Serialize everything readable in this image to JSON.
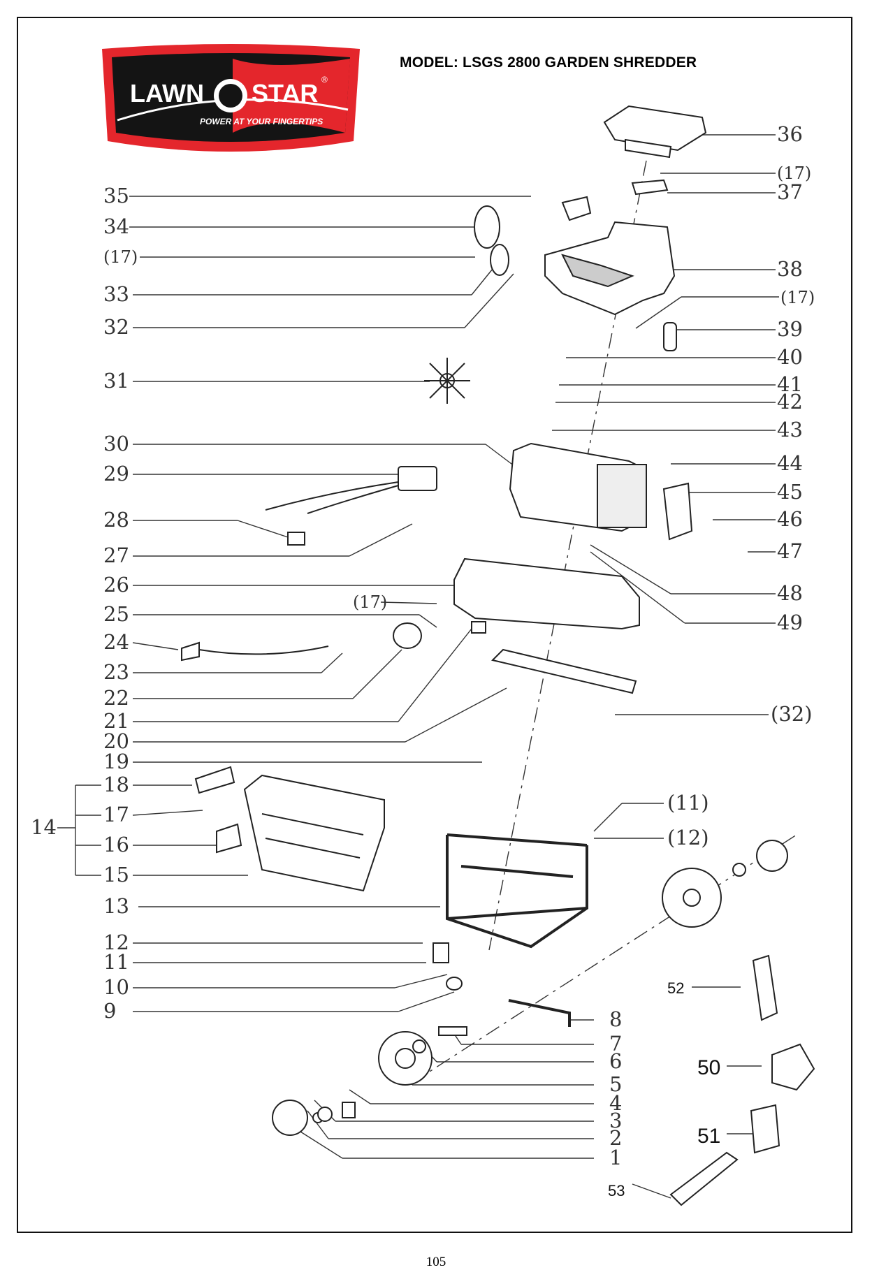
{
  "brand": {
    "name_left": "LAWN",
    "name_right": "STAR",
    "trademark": "®",
    "tagline": "POWER AT YOUR FINGERTIPS"
  },
  "model_title": "MODEL: LSGS 2800 GARDEN SHREDDER",
  "page_number": "105",
  "colors": {
    "brand_red": "#e4262c",
    "brand_black": "#141414",
    "line": "#333333"
  },
  "left_labels": [
    {
      "key": "p35",
      "text": "35"
    },
    {
      "key": "p34",
      "text": "34"
    },
    {
      "key": "p17a",
      "text": "(17)"
    },
    {
      "key": "p33",
      "text": "33"
    },
    {
      "key": "p32",
      "text": "32"
    },
    {
      "key": "p31",
      "text": "31"
    },
    {
      "key": "p30",
      "text": "30"
    },
    {
      "key": "p29",
      "text": "29"
    },
    {
      "key": "p28",
      "text": "28"
    },
    {
      "key": "p27",
      "text": "27"
    },
    {
      "key": "p26",
      "text": "26"
    },
    {
      "key": "p25",
      "text": "25"
    },
    {
      "key": "p24",
      "text": "24"
    },
    {
      "key": "p23",
      "text": "23"
    },
    {
      "key": "p22",
      "text": "22"
    },
    {
      "key": "p21",
      "text": "21"
    },
    {
      "key": "p20",
      "text": "20"
    },
    {
      "key": "p19",
      "text": "19"
    },
    {
      "key": "p18",
      "text": "18"
    },
    {
      "key": "p14",
      "text": "14"
    },
    {
      "key": "p17b",
      "text": "17"
    },
    {
      "key": "p16",
      "text": "16"
    },
    {
      "key": "p15",
      "text": "15"
    },
    {
      "key": "p13",
      "text": "13"
    },
    {
      "key": "p12",
      "text": "12"
    },
    {
      "key": "p11",
      "text": "11"
    },
    {
      "key": "p10",
      "text": "10"
    },
    {
      "key": "p9",
      "text": "9"
    }
  ],
  "right_labels": [
    {
      "key": "p36",
      "text": "36"
    },
    {
      "key": "p17c",
      "text": "(17)"
    },
    {
      "key": "p37",
      "text": "37"
    },
    {
      "key": "p38",
      "text": "38"
    },
    {
      "key": "p17d",
      "text": "(17)"
    },
    {
      "key": "p39",
      "text": "39"
    },
    {
      "key": "p40",
      "text": "40"
    },
    {
      "key": "p41",
      "text": "41"
    },
    {
      "key": "p42",
      "text": "42"
    },
    {
      "key": "p43",
      "text": "43"
    },
    {
      "key": "p44",
      "text": "44"
    },
    {
      "key": "p45",
      "text": "45"
    },
    {
      "key": "p46",
      "text": "46"
    },
    {
      "key": "p47",
      "text": "47"
    },
    {
      "key": "p48",
      "text": "48"
    },
    {
      "key": "p49",
      "text": "49"
    },
    {
      "key": "p32b",
      "text": "(32)"
    },
    {
      "key": "p11b",
      "text": "(11)"
    },
    {
      "key": "p12b",
      "text": "(12)"
    },
    {
      "key": "p8",
      "text": "8"
    },
    {
      "key": "p7",
      "text": "7"
    },
    {
      "key": "p6",
      "text": "6"
    },
    {
      "key": "p5",
      "text": "5"
    },
    {
      "key": "p4",
      "text": "4"
    },
    {
      "key": "p3",
      "text": "3"
    },
    {
      "key": "p2",
      "text": "2"
    },
    {
      "key": "p1",
      "text": "1"
    }
  ],
  "mid_labels": [
    {
      "key": "p17e",
      "text": "(17)"
    },
    {
      "key": "p52",
      "text": "52"
    },
    {
      "key": "p50",
      "text": "50"
    },
    {
      "key": "p51",
      "text": "51"
    },
    {
      "key": "p53",
      "text": "53"
    }
  ]
}
